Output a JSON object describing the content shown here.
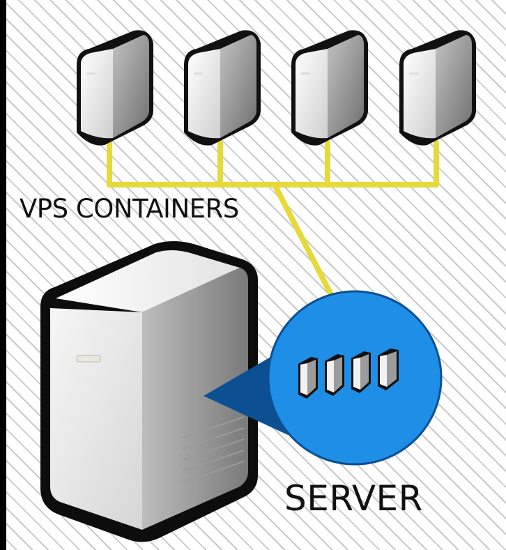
{
  "labels": {
    "containers": "VPS CONTAINERS",
    "server": "SERVER"
  },
  "colors": {
    "background": "#ffffff",
    "hatch": "#c9c9c9",
    "cable": "#e6d93a",
    "badge": "#1e8ee6",
    "badge_dark": "#0c4f93",
    "outline": "#000000"
  },
  "icons": [
    "server-tower-icon",
    "container-icon",
    "zoom-callout-icon"
  ],
  "diagram": {
    "vps_container_count": 4,
    "mini_container_count": 4
  }
}
